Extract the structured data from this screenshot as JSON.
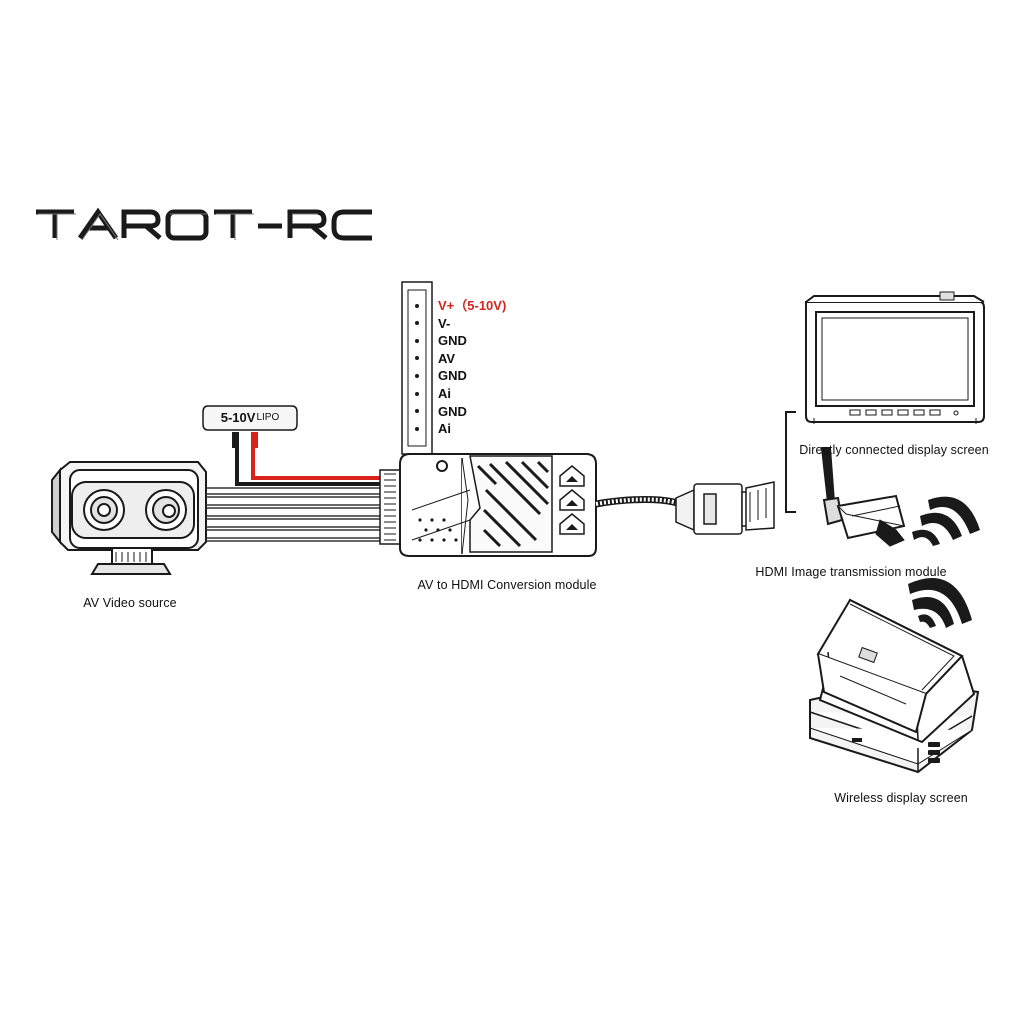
{
  "brand": {
    "logo_text": "TAROT-RC"
  },
  "battery": {
    "label_main": "5-10V",
    "label_sub": "LIPO"
  },
  "connector_pins": [
    {
      "label": "V+（5-10V)",
      "highlight": "#d8231c"
    },
    {
      "label": "V-"
    },
    {
      "label": "GND"
    },
    {
      "label": "AV"
    },
    {
      "label": "GND"
    },
    {
      "label": "Ai"
    },
    {
      "label": "GND"
    },
    {
      "label": "Ai"
    }
  ],
  "components": {
    "av_source": {
      "caption": "AV Video source"
    },
    "converter": {
      "caption": "AV to HDMI Conversion module"
    },
    "direct_display": {
      "caption": "Directly connected display screen"
    },
    "hdmi_transmitter": {
      "caption": "HDMI Image transmission module"
    },
    "wireless_display": {
      "caption": "Wireless display screen"
    }
  },
  "colors": {
    "power_wire": "#d8231c",
    "ink": "#111111"
  }
}
